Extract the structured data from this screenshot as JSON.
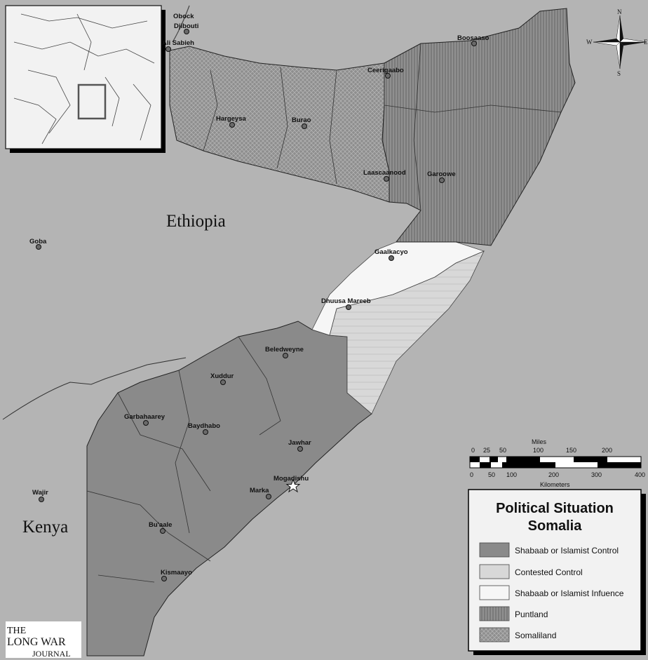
{
  "map": {
    "countries": {
      "ethiopia": "Ethiopia",
      "kenya": "Kenya"
    },
    "cities": {
      "obock": "Obock",
      "djibouti": "Djibouti",
      "ali_sabieh": "Ali Sabieh",
      "boosaaso": "Boosaaso",
      "ceerigaabo": "Ceerigaabo",
      "hargeysa": "Hargeysa",
      "burao": "Burao",
      "laascaanood": "Laascaanood",
      "garoowe": "Garoowe",
      "goba": "Goba",
      "gaalkacyo": "Gaalkacyo",
      "dhuusa_mareeb": "Dhuusa Mareeb",
      "beledweyne": "Beledweyne",
      "xuddur": "Xuddur",
      "garbahaarey": "Garbahaarey",
      "baydhabo": "Baydhabo",
      "jawhar": "Jawhar",
      "mogadishu": "Mogadishu",
      "marka": "Marka",
      "wajir": "Wajir",
      "buaale": "Bu'aale",
      "kismaayo": "Kismaayo"
    }
  },
  "compass": {
    "n": "N",
    "e": "E",
    "s": "S",
    "w": "W"
  },
  "scale_bar": {
    "miles_label": "Miles",
    "miles_ticks": [
      "0",
      "25",
      "50",
      "100",
      "150",
      "200"
    ],
    "km_label": "Kilometers",
    "km_ticks": [
      "0",
      "50",
      "100",
      "200",
      "300",
      "400"
    ]
  },
  "legend": {
    "title_line1": "Political Situation",
    "title_line2": "Somalia",
    "items": [
      {
        "label": "Shabaab or Islamist Control",
        "swatch": "#8a8a8a"
      },
      {
        "label": "Contested Control",
        "swatch": "#d8d8d8"
      },
      {
        "label": "Shabaab or Islamist Infuence",
        "swatch": "#f6f6f6"
      },
      {
        "label": "Puntland",
        "swatch": "puntland-stripes"
      },
      {
        "label": "Somaliland",
        "swatch": "somaliland-crosshatch"
      }
    ]
  },
  "logo": {
    "line1": "THE",
    "line2": "LONG WAR",
    "line3": "JOURNAL"
  },
  "colors": {
    "background": "#b4b4b4",
    "shabaab_control": "#8a8a8a",
    "contested": "#d8d8d8",
    "influence": "#f6f6f6",
    "puntland": "#7a7a7a",
    "somaliland": "#8e8e8e"
  }
}
